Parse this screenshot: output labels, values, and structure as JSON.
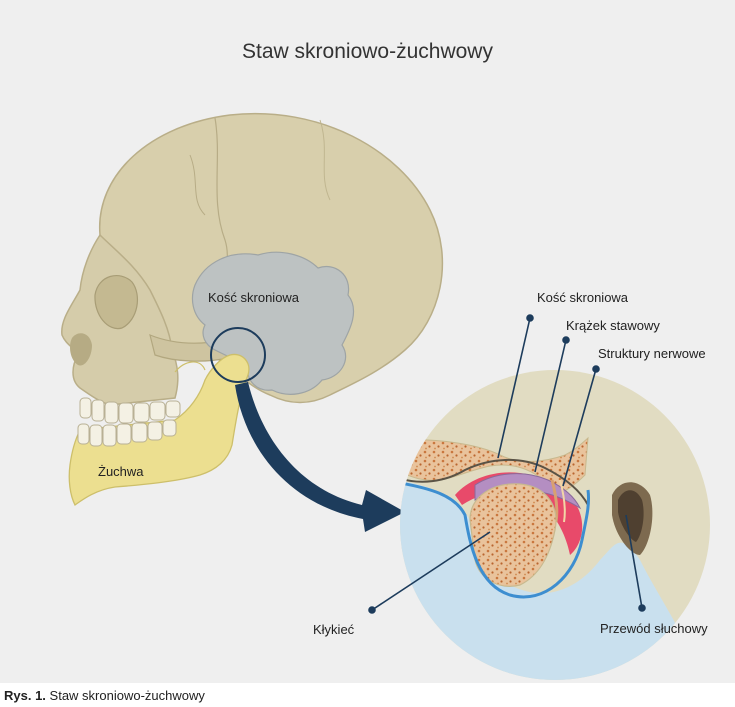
{
  "diagram": {
    "title": "Staw skroniowo-żuchwowy",
    "labels": {
      "temporal_bone_skull": "Kość skroniowa",
      "mandible": "Żuchwa",
      "temporal_bone_detail": "Kość skroniowa",
      "articular_disc": "Krążek stawowy",
      "nerve_structures": "Struktury nerwowe",
      "condyle": "Kłykieć",
      "ear_canal": "Przewód słuchowy"
    },
    "colors": {
      "background": "#efefef",
      "skull": "#d8cfac",
      "temporal_bone": "#bdc2c2",
      "mandible": "#ecdf90",
      "arrow": "#1d3c5c",
      "detail_circle": "#e1dcc2",
      "bone_marrow": "#e3b48c",
      "disc": "#b48ec2",
      "synovial": "#e84a6a",
      "soft_tissue": "#c9e0ee",
      "ear_canal": "#7d6a4f"
    }
  },
  "caption": {
    "prefix": "Rys. 1.",
    "text": "Staw skroniowo-żuchwowy"
  }
}
